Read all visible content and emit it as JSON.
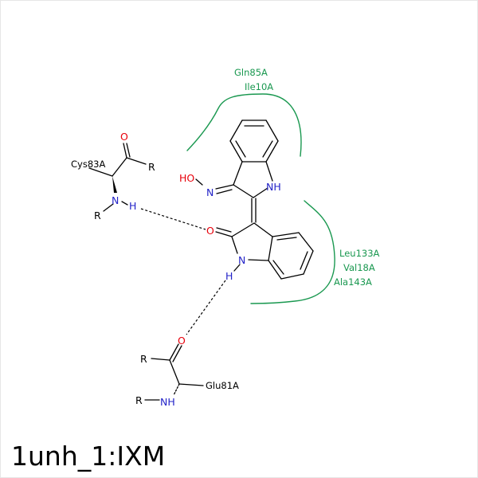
{
  "title": "1unh_1:IXM",
  "colors": {
    "bond": "#000000",
    "oxygen": "#e8000b",
    "nitrogen": "#2424c8",
    "residue_arc": "#1a9850",
    "hydrogen": "#2424c8"
  },
  "atoms": {
    "ho": "HO",
    "n_oxime": "N",
    "nh_ring": "NH",
    "o_carbonyl": "O",
    "n_lactam": "N",
    "h_lactam": "H",
    "cys_o": "O",
    "cys_r1": "R",
    "cys_n": "N",
    "cys_h": "H",
    "cys_r2": "R",
    "glu_o": "O",
    "glu_r1": "R",
    "glu_r2": "R",
    "glu_nh": "NH"
  },
  "residues": {
    "cys": "Cys83A",
    "glu": "Glu81A",
    "top_1": "Gln85A",
    "top_2": "Ile10A",
    "right_1": "Leu133A",
    "right_2": "Val18A",
    "right_3": "Ala143A"
  }
}
